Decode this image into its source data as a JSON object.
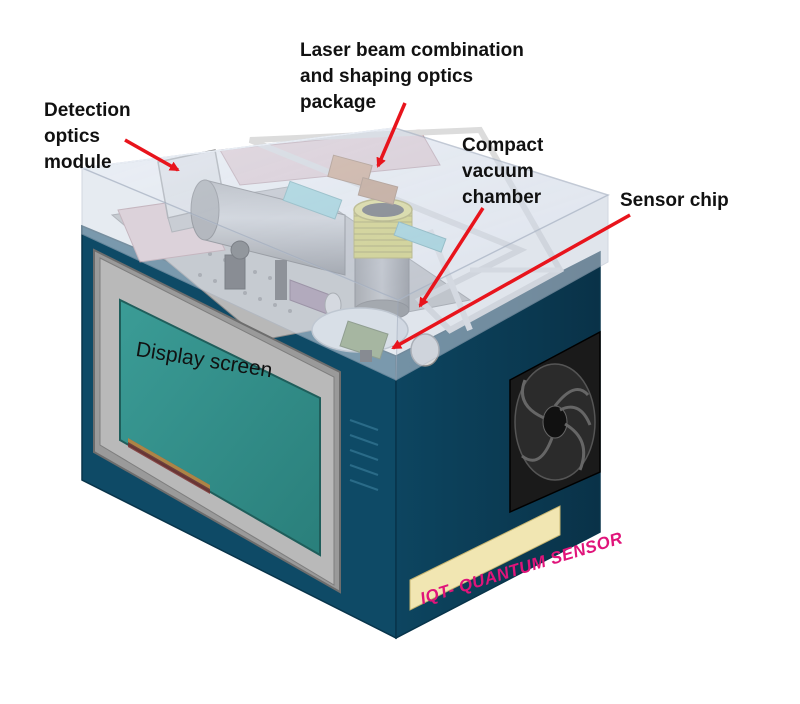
{
  "labels": {
    "laser": "Laser beam combination\nand shaping optics\npackage",
    "detection": "Detection\noptics\nmodule",
    "vacuum": "Compact\nvacuum\nchamber",
    "sensor": "Sensor chip",
    "display": "Display screen"
  },
  "brand_text": "IQT- QUANTUM SENSOR",
  "colors": {
    "arrow": "#e8141c",
    "case_front": "#0e4a66",
    "case_side": "#0b3a52",
    "screen": "#2f8e8a",
    "bezel": "#9a9a9a",
    "lid": "#cfd8e6",
    "coil": "#d8cf3a",
    "brand_plate": "#f1e6b2"
  }
}
